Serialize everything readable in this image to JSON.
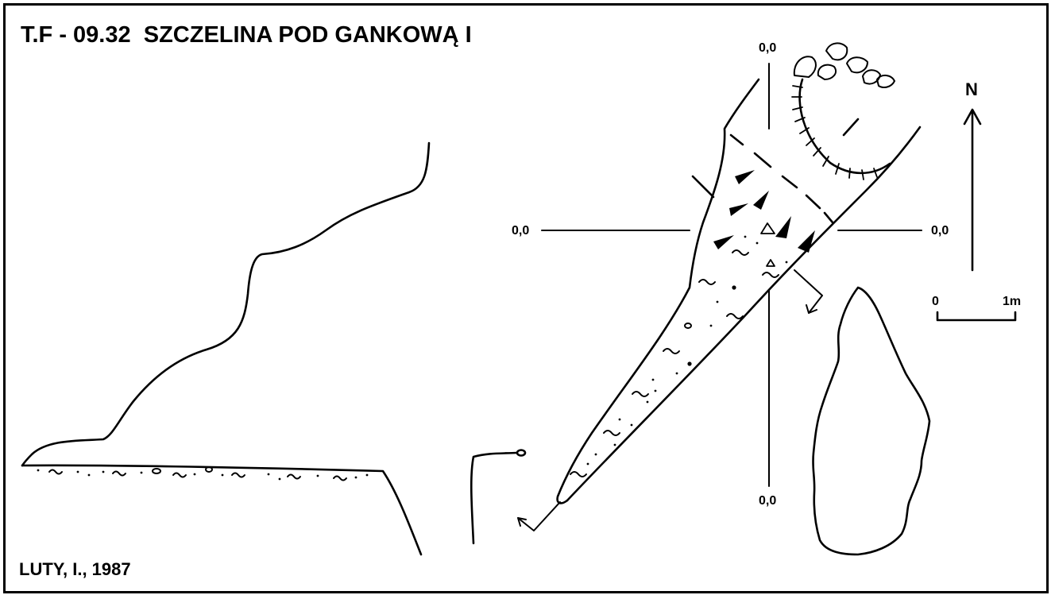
{
  "title": "T.F - 09.32  SZCZELINA POD GANKOWĄ I",
  "author": "LUTY, I., 1987",
  "axis_labels": {
    "top": "0,0",
    "left": "0,0",
    "right": "0,0",
    "bottom": "0,0"
  },
  "north_label": "N",
  "scale_bar": {
    "start": "0",
    "end": "1m"
  }
}
